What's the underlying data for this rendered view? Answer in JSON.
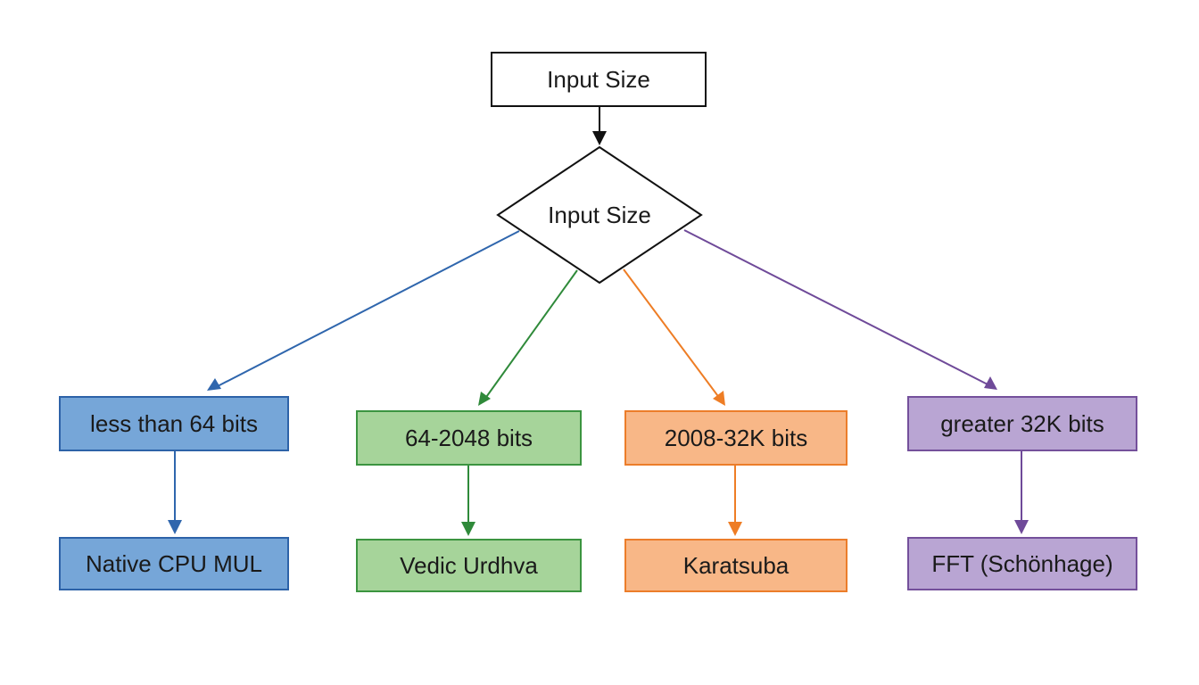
{
  "start": {
    "label": "Input Size"
  },
  "decision": {
    "label": "Input Size"
  },
  "branches": [
    {
      "condition": "less than 64 bits",
      "algorithm": "Native CPU MUL",
      "colors": {
        "fill": "#76a6d8",
        "border": "#2d62a8",
        "line": "#2f66ad"
      }
    },
    {
      "condition": "64-2048 bits",
      "algorithm": "Vedic Urdhva",
      "colors": {
        "fill": "#a6d49a",
        "border": "#3b9440",
        "line": "#2f8a3a"
      }
    },
    {
      "condition": "2008-32K bits",
      "algorithm": "Karatsuba",
      "colors": {
        "fill": "#f8b787",
        "border": "#ec7d2a",
        "line": "#ee7d25"
      }
    },
    {
      "condition": "greater 32K bits",
      "algorithm": "FFT (Schönhage)",
      "colors": {
        "fill": "#b9a5d3",
        "border": "#74509b",
        "line": "#6f4a99"
      }
    }
  ]
}
